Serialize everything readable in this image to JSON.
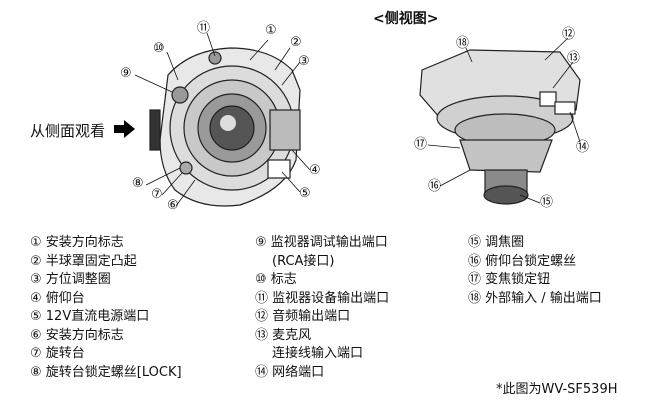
{
  "side_view_title": "<侧视图>",
  "side_view_arrow_text": "从侧面观看",
  "callouts": [
    "①",
    "②",
    "③",
    "④",
    "⑤",
    "⑥",
    "⑦",
    "⑧",
    "⑨",
    "⑩",
    "⑪",
    "⑫",
    "⑬",
    "⑭",
    "⑮",
    "⑯",
    "⑰",
    "⑱"
  ],
  "legend": {
    "col1": [
      "① 安装方向标志",
      "② 半球罩固定凸起",
      "③ 方位调整圈",
      "④ 俯仰台",
      "⑤ 12V直流电源端口",
      "⑥ 安装方向标志",
      "⑦ 旋转台",
      "⑧ 旋转台锁定螺丝[LOCK]"
    ],
    "col2": [
      "⑨ 监视器调试输出端口",
      "(RCA接口)",
      "⑩ 标志",
      "⑪ 监视器设备输出端口",
      "⑫ 音频输出端口",
      "⑬ 麦克风",
      "连接线输入端口",
      "⑭ 网络端口"
    ],
    "col3": [
      "⑮ 调焦圈",
      "⑯ 俯仰台锁定螺丝",
      "⑰ 变焦锁定钮",
      "⑱ 外部输入 / 输出端口"
    ]
  },
  "model_note": "*此图为WV-SF539H"
}
